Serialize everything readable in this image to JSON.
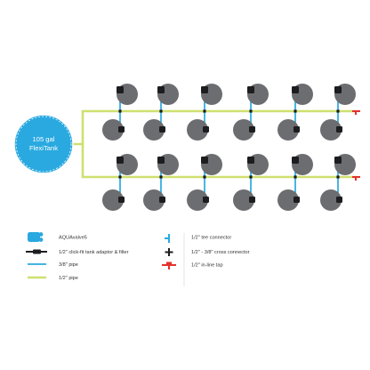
{
  "tank": {
    "label_line1": "105 gal",
    "label_line2": "FlexiTank"
  },
  "colors": {
    "pipe_half_inch": "#cfe070",
    "pipe_three_eighths": "#29a9e0",
    "tank_fill": "#29a9e0",
    "pot_fill": "#6b6d70",
    "valve_fill": "#1d1d1f",
    "tap_red": "#e4312d",
    "legend_text": "#333333"
  },
  "rows": [
    {
      "name": "row-1",
      "pots_per_row": 6
    },
    {
      "name": "row-2",
      "pots_per_row": 6
    }
  ],
  "legend": {
    "left": [
      {
        "icon": "aquavalve-icon",
        "label": "AQUAvalve5"
      },
      {
        "icon": "tank-adaptor-filter-icon",
        "label": "1/2\" click-fit tank adaptor & filter"
      },
      {
        "icon": "three-eighths-pipe-icon",
        "label": "3/8\" pipe"
      },
      {
        "icon": "half-inch-pipe-icon",
        "label": "1/2\" pipe"
      }
    ],
    "right": [
      {
        "icon": "tee-connector-icon",
        "label": "1/2\" tee connector"
      },
      {
        "icon": "cross-connector-icon",
        "label": "1/2\" - 3/8\" cross connector"
      },
      {
        "icon": "inline-tap-icon",
        "label": "1/2\" in-line tap"
      }
    ]
  }
}
